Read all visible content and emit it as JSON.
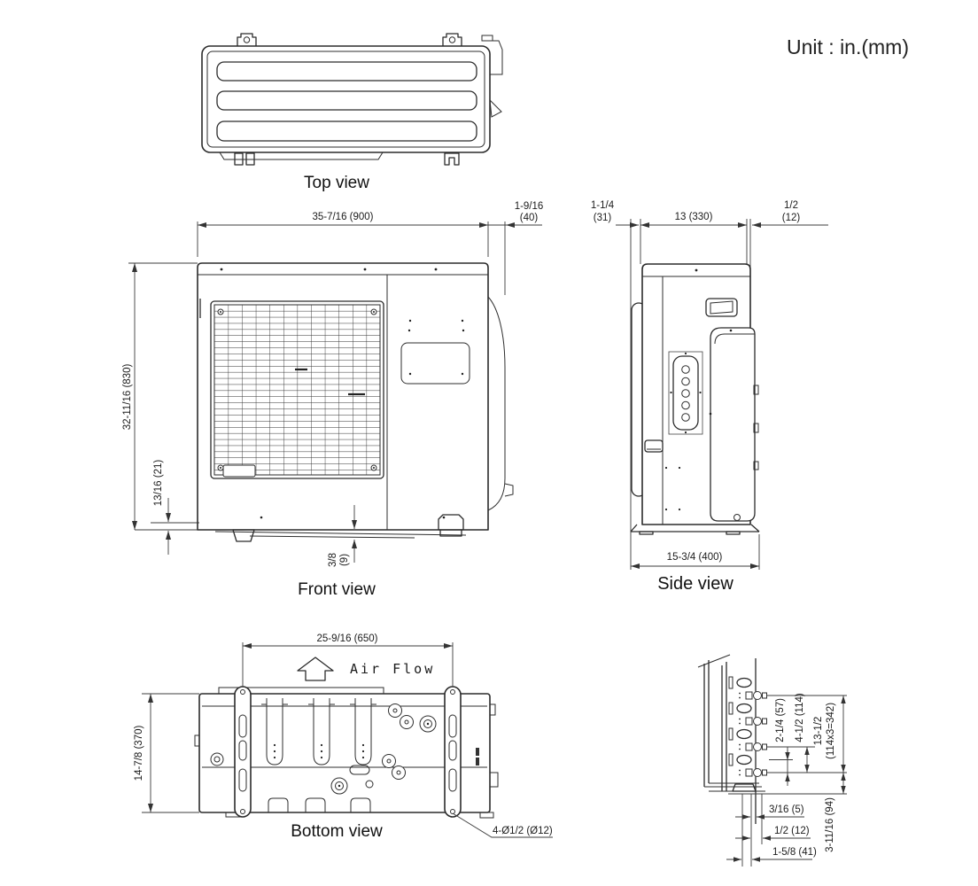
{
  "unit_label": "Unit : in.(mm)",
  "views": {
    "top": {
      "label": "Top view"
    },
    "front": {
      "label": "Front view",
      "dims": {
        "width": "35-7/16 (900)",
        "side_offset_v": "1-9/16",
        "side_offset_mm": "(40)",
        "height": "32-11/16 (830)",
        "base_height": "13/16 (21)",
        "plate": "3/8",
        "plate_mm": "(9)"
      }
    },
    "side": {
      "label": "Side view",
      "dims": {
        "back_v": "1-1/4",
        "back_mm": "(31)",
        "depth": "13 (330)",
        "front_v": "1/2",
        "front_mm": "(12)",
        "base_depth": "15-3/4 (400)"
      }
    },
    "bottom": {
      "label": "Bottom view",
      "dims": {
        "bolt_pitch_x": "25-9/16 (650)",
        "bolt_pitch_y": "14-7/8 (370)",
        "holes": "4-Ø1/2 (Ø12)",
        "airflow": "Air Flow"
      }
    },
    "detail": {
      "dims": {
        "d57": "2-1/4 (57)",
        "d114": "4-1/2 (114)",
        "d342a": "13-1/2",
        "d342b": "(114x3=342)",
        "d94": "3-11/16 (94)",
        "d5": "3/16 (5)",
        "d12": "1/2 (12)",
        "d41": "1-5/8 (41)"
      }
    }
  }
}
